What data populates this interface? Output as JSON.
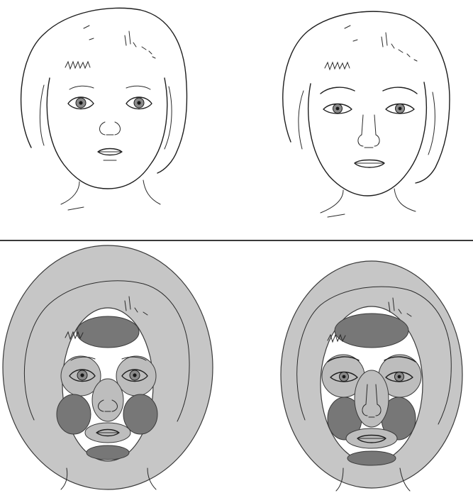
{
  "figure": {
    "top_row": [
      {
        "face": "child",
        "regions_shown": false
      },
      {
        "face": "adult",
        "regions_shown": false
      }
    ],
    "bottom_row": [
      {
        "face": "child",
        "regions_shown": true
      },
      {
        "face": "adult",
        "regions_shown": true
      }
    ]
  },
  "colors": {
    "outer_ring": "#c6c6c6",
    "light_zone": "#bdbdbd",
    "dark_zone": "#777777",
    "line": "#1e1e1e",
    "iris": "#8a8a8a",
    "background": "#ffffff"
  }
}
